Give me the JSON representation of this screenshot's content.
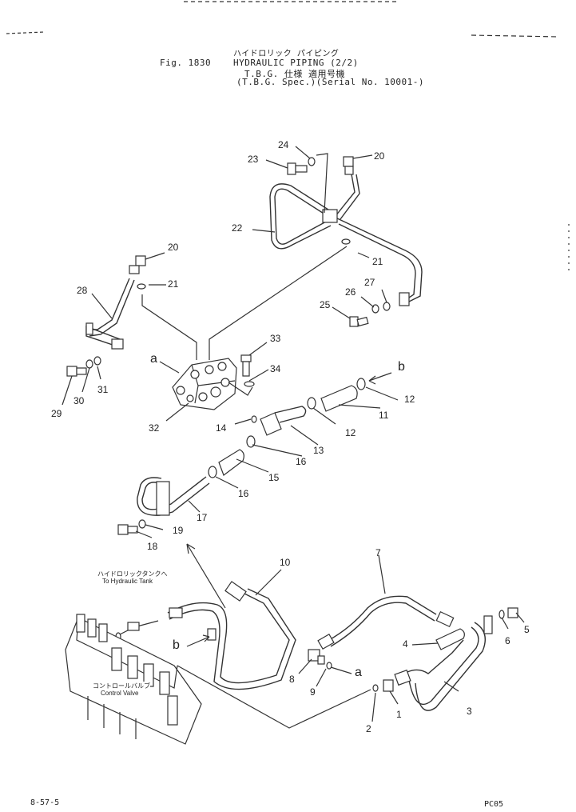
{
  "header": {
    "fig_label": "Fig. 1830",
    "title_jp": "ハイドロリック パイピング",
    "title_en": "HYDRAULIC PIPING (2/2)",
    "spec_jp": "T.B.G. 仕様    適用号機",
    "spec_en": "(T.B.G. Spec.)(Serial No. 10001-)"
  },
  "labels": {
    "tank_jp": "ハイドロリックタンクへ",
    "tank_en": "To Hydraulic Tank",
    "valve_jp": "コントロールバルブ",
    "valve_en": "Control Valve"
  },
  "callouts": {
    "a_top": "a",
    "b_top": "b",
    "a_bottom": "a",
    "b_bottom": "b",
    "p1": "1",
    "p2": "2",
    "p3": "3",
    "p4": "4",
    "p5": "5",
    "p6": "6",
    "p7": "7",
    "p8": "8",
    "p9": "9",
    "p10": "10",
    "p11": "11",
    "p12a": "12",
    "p12b": "12",
    "p13": "13",
    "p14": "14",
    "p15": "15",
    "p16a": "16",
    "p16b": "16",
    "p17": "17",
    "p18": "18",
    "p19": "19",
    "p20a": "20",
    "p20b": "20",
    "p21a": "21",
    "p21b": "21",
    "p22": "22",
    "p23": "23",
    "p24": "24",
    "p25": "25",
    "p26": "26",
    "p27": "27",
    "p28": "28",
    "p29": "29",
    "p30": "30",
    "p31": "31",
    "p32": "32",
    "p33": "33",
    "p34": "34"
  },
  "footer": {
    "left": "8-57-5",
    "right": "PC05"
  }
}
